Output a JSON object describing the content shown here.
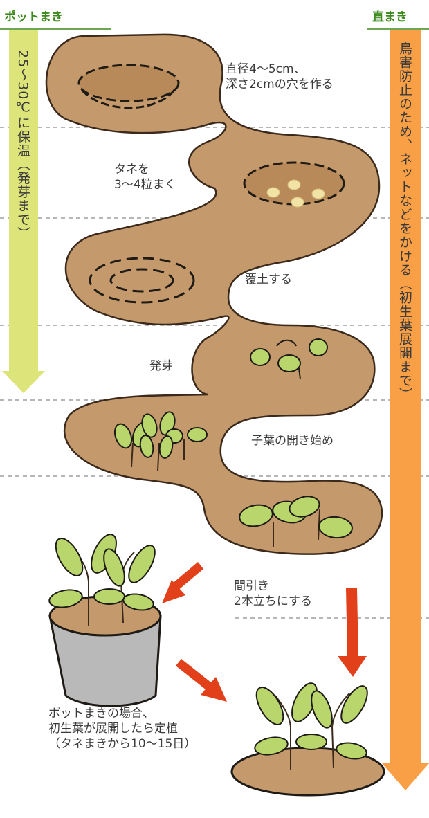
{
  "headers": {
    "pot_sowing": "ポットまき",
    "direct_sowing": "直まき"
  },
  "arrows": {
    "left_label": "25〜30℃に保温（発芽まで）",
    "right_label": "鳥害防止のため、ネットなどをかける（初生葉展開まで）"
  },
  "steps": [
    {
      "label": "直径4〜5cm、\n深さ2cmの穴を作る"
    },
    {
      "label": "タネを\n3〜4粒まく"
    },
    {
      "label": "覆土する"
    },
    {
      "label": "発芽"
    },
    {
      "label": "子葉の開き始め"
    },
    {
      "label": "間引き\n2本立ちにする"
    }
  ],
  "note": "ポットまきの場合、\n初生葉が展開したら定植\n（タネまきから10〜15日）",
  "colors": {
    "soil": "#c49a6c",
    "soil_outline": "#3b2a1c",
    "header_green": "#3d8a1c",
    "left_arrow": "#dde47a",
    "right_arrow": "#f9a047",
    "red_arrow": "#e2401b",
    "leaf": "#b9d66c",
    "leaf_vein": "#8fb33e",
    "seed": "#f1e3a6",
    "pot": "#b9b9b9",
    "divider": "#8a8a8a"
  }
}
